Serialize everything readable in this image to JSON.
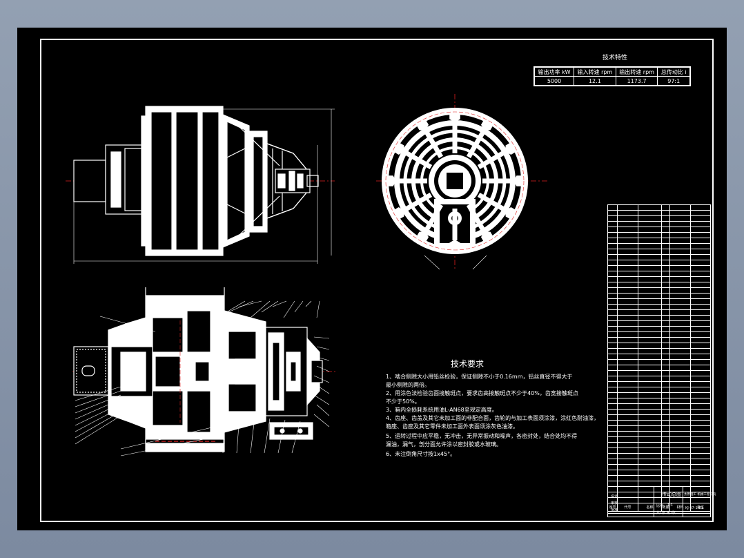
{
  "technical_specs": {
    "caption": "技术特性",
    "headers": [
      "输出功率 kW",
      "输入转速 rpm",
      "输出转速 rpm",
      "总传动比 i"
    ],
    "values": [
      "5000",
      "12.1",
      "1173.7",
      "97:1"
    ]
  },
  "technical_requirements": {
    "title": "技术要求",
    "lines": [
      "1、啮合侧隙大小用铅丝检验，保证侧隙不小于0.16mm，铅丝直径不得大于",
      "最小侧隙的两倍。",
      "2、用涂色法检验齿面接触斑点，要求齿高接触斑点不少于40%，齿宽接触斑点",
      "不少于50%。",
      "3、箱内全损耗系统用油L-AN68至规定高度。",
      "4、齿座、齿盖及其它未加工面的非配合面，齿轮的与加工表面须涂漆，涂红色耐油漆，",
      "箱座、齿座及其它零件未加工面外表面须涂灰色油漆。",
      "5、运转过程中应平稳，无冲击，无异常振动和噪声，各密封处，结合处均不得",
      "漏油，漏气，剖分面允许涂以密封胶或水玻璃。",
      "6、未注倒角尺寸按1x45°。"
    ]
  },
  "title_block": {
    "drawing_name": "传动总图",
    "designation": "KJ-97-1-01",
    "unit": "太原理工 机械工程学院",
    "scale_label": "比例",
    "scale": "1:1",
    "sheet": "共1张 第1张",
    "designed_by": "设计",
    "checked_by": "审核",
    "approved_by": "批准"
  },
  "bom_header": [
    "序号",
    "代号",
    "名称",
    "数量",
    "材料",
    "备注"
  ]
}
